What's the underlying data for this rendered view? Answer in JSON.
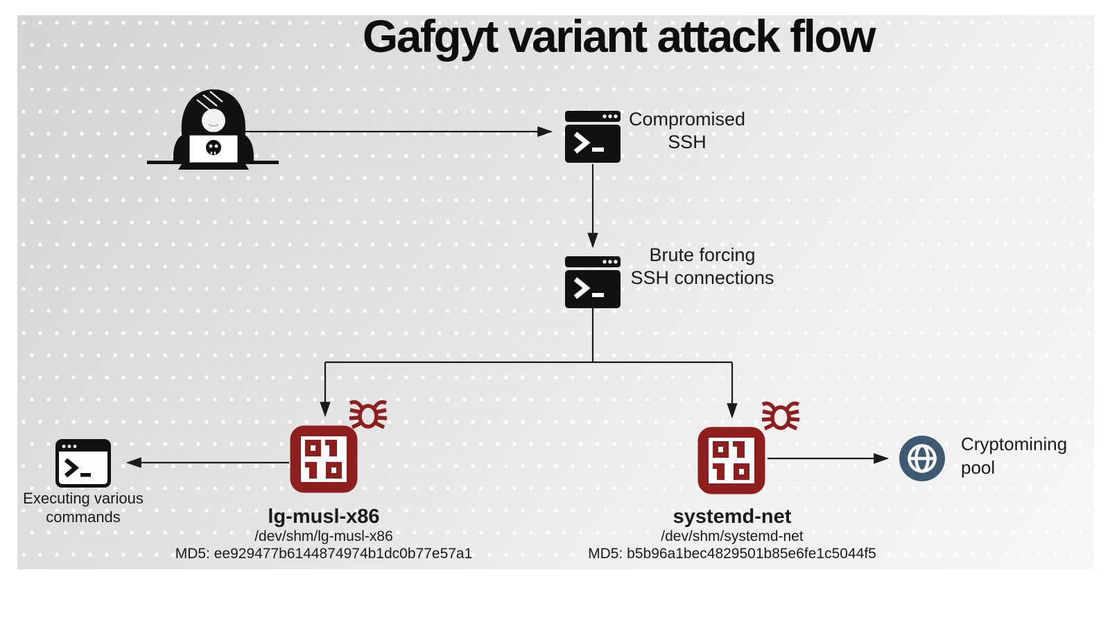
{
  "title": "Gafgyt variant attack flow",
  "colors": {
    "malware_red": "#8e1f1f",
    "globe_blue": "#3e5a73",
    "ink": "#1a1a1a",
    "panel_gray": "#d8d8d8"
  },
  "nodes": {
    "attacker": {
      "icon": "hacker-at-laptop-icon"
    },
    "compromised_ssh": {
      "icon": "terminal-icon",
      "label": [
        "Compromised",
        "SSH"
      ]
    },
    "brute_force": {
      "icon": "terminal-icon",
      "label": [
        "Brute forcing",
        "SSH connections"
      ]
    },
    "payload_left": {
      "icon": "malware-binary-icon",
      "badge_icon": "bug-icon",
      "name": "lg-musl-x86",
      "path": "/dev/shm/lg-musl-x86",
      "md5": "MD5: ee929477b6144874974b1dc0b77e57a1"
    },
    "payload_right": {
      "icon": "malware-binary-icon",
      "badge_icon": "bug-icon",
      "name": "systemd-net",
      "path": "/dev/shm/systemd-net",
      "md5": "MD5: b5b96a1bec4829501b85e6fe1c5044f5"
    },
    "exec_commands": {
      "icon": "terminal-window-outline-icon",
      "label": [
        "Executing various",
        "commands"
      ]
    },
    "cryptomining_pool": {
      "icon": "globe-icon",
      "label": [
        "Cryptomining",
        "pool"
      ]
    }
  }
}
